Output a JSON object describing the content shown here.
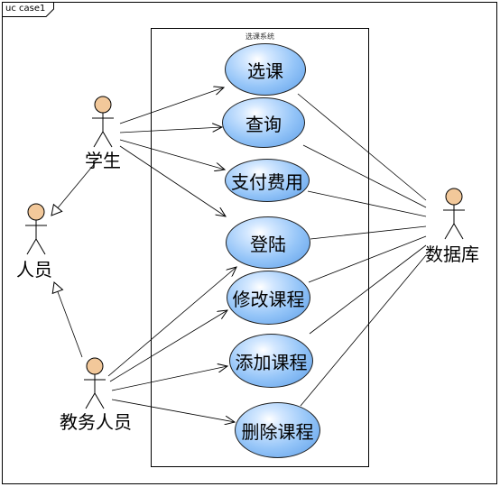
{
  "frame": {
    "tab_label": "uc case1"
  },
  "system": {
    "title": "选课系统"
  },
  "actors": {
    "student": "学生",
    "person": "人员",
    "staff": "教务人员",
    "database": "数据库"
  },
  "use_cases": {
    "select": "选课",
    "query": "查询",
    "pay": "支付费用",
    "login": "登陆",
    "modify": "修改课程",
    "add": "添加课程",
    "delete": "删除课程"
  },
  "colors": {
    "actor_head": "#f2c89a",
    "usecase_fill": "#95c5f8",
    "line": "#000000"
  }
}
